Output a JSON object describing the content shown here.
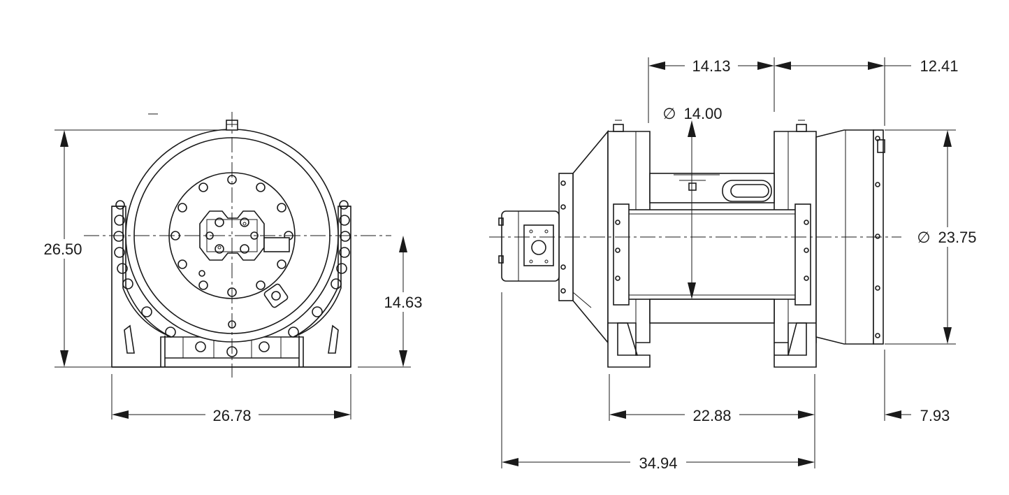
{
  "dimensions": {
    "front_height": "26.50",
    "front_width": "26.78",
    "front_center_height": "14.63",
    "side_top_mid": "14.13",
    "side_top_right": "12.41",
    "drum_diameter": "14.00",
    "flange_diameter": "23.75",
    "base_width": "22.88",
    "overall_length": "34.94",
    "right_offset": "7.93"
  },
  "symbols": {
    "diameter": "∅"
  }
}
